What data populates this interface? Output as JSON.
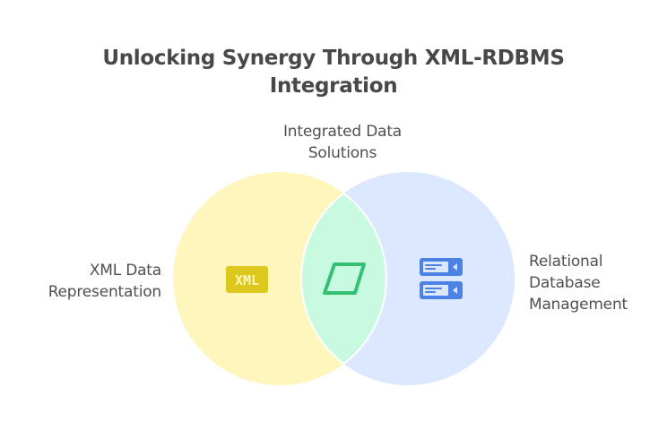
{
  "title": {
    "line1": "Unlocking Synergy Through XML-RDBMS",
    "line2": "Integration"
  },
  "colors": {
    "left_circle": "#fef6bd",
    "right_circle": "#dce8fe",
    "intersection": "#c8fae2",
    "intersection_border": "#ffffff",
    "xml_badge_bg": "#dcc81e",
    "xml_badge_text": "#fdf6b2",
    "parallelogram_stroke": "#34c173",
    "database_icon": "#4c82e4",
    "database_icon_inner": "#dce8fe",
    "text": "#505050",
    "title_text": "#484848"
  },
  "sets": [
    {
      "id": "xml",
      "label_line1": "XML Data",
      "label_line2": "Representation",
      "icon": "xml-badge-icon",
      "icon_text": "XML"
    },
    {
      "id": "rdbms",
      "label_line1": "Relational",
      "label_line2": "Database",
      "label_line3": "Management",
      "icon": "database-server-icon"
    }
  ],
  "intersection": {
    "label_line1": "Integrated Data",
    "label_line2": "Solutions",
    "icon": "parallelogram-icon"
  }
}
